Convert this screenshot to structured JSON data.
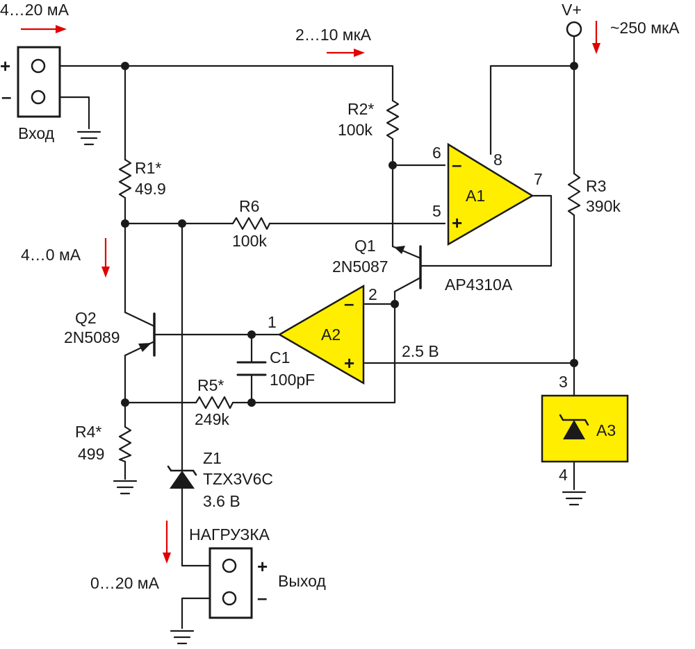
{
  "colors": {
    "wire": "#1a1a1a",
    "component_fill": "#ffee00",
    "current_arrow": "#e00000"
  },
  "input": {
    "label": "Вход",
    "current": "4…20 мА",
    "plus": "+",
    "minus": "–"
  },
  "supply": {
    "label": "V+",
    "current": "~250 мкА"
  },
  "currents": {
    "r2_branch": "2…10 мкА",
    "r1_branch": "4…0 мА",
    "load": "0…20 мА"
  },
  "resistors": {
    "r1": {
      "ref": "R1*",
      "value": "49.9"
    },
    "r2": {
      "ref": "R2*",
      "value": "100k"
    },
    "r3": {
      "ref": "R3",
      "value": "390k"
    },
    "r4": {
      "ref": "R4*",
      "value": "499"
    },
    "r5": {
      "ref": "R5*",
      "value": "249k"
    },
    "r6": {
      "ref": "R6",
      "value": "100k"
    }
  },
  "capacitor": {
    "ref": "C1",
    "value": "100pF"
  },
  "transistors": {
    "q1": {
      "ref": "Q1",
      "part": "2N5087"
    },
    "q2": {
      "ref": "Q2",
      "part": "2N5089"
    }
  },
  "zener": {
    "ref": "Z1",
    "part": "TZX3V6C",
    "voltage": "3.6 В"
  },
  "opamps": {
    "a1": {
      "ref": "A1",
      "part": "AP4310A",
      "pin_inv": "6",
      "pin_noninv": "5",
      "pin_out": "7",
      "pin_supply": "8",
      "inv_sign": "–",
      "noninv_sign": "+"
    },
    "a2": {
      "ref": "A2",
      "pin_inv": "2",
      "pin_out": "1",
      "inv_sign": "–",
      "noninv_sign": "+"
    }
  },
  "reference": {
    "ref": "A3",
    "pin_top": "3",
    "pin_bottom": "4",
    "voltage": "2.5 В"
  },
  "output": {
    "label": "Выход",
    "load_label": "НАГРУЗКА",
    "plus": "+",
    "minus": "–"
  }
}
